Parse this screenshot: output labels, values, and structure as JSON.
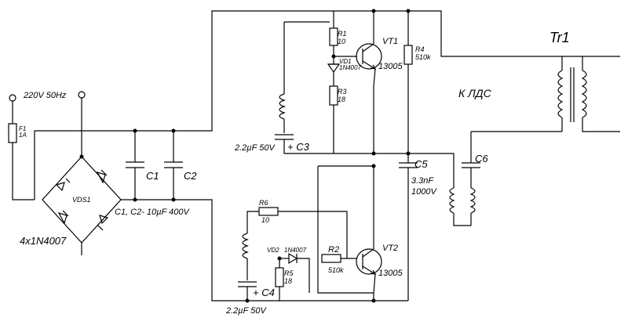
{
  "labels": {
    "mains": "220V 50Hz",
    "fuse_ref": "F1",
    "fuse_val": "1A",
    "bridge": "VDS1",
    "bridge_diodes": "4x1N4007",
    "c1": "C1",
    "c2": "C2",
    "c12_note": "C1, C2- 10µF 400V",
    "r1": "R1",
    "r1_val": "10",
    "vd1": "VD1",
    "vd1_val": "1N4007",
    "r3": "R3",
    "r3_val": "18",
    "vt1": "VT1",
    "vt1_val": "13005",
    "r4": "R4",
    "r4_val": "510k",
    "c3_val": "2.2µF 50V",
    "c3": "+ C3",
    "c5": "C5",
    "c5_val1": "3.3nF",
    "c5_val2": "1000V",
    "c6": "C6",
    "lamp_note": "К ЛДС",
    "transformer": "Tr1",
    "r6": "R6",
    "r6_val": "10",
    "vd2": "VD2",
    "vd2_val": "1N4007",
    "r5": "R5",
    "r5_val": "18",
    "r2": "R2",
    "r2_val": "510k",
    "vt2": "VT2",
    "vt2_val": "13005",
    "c4": "+ C4",
    "c4_val": "2.2µF 50V"
  }
}
